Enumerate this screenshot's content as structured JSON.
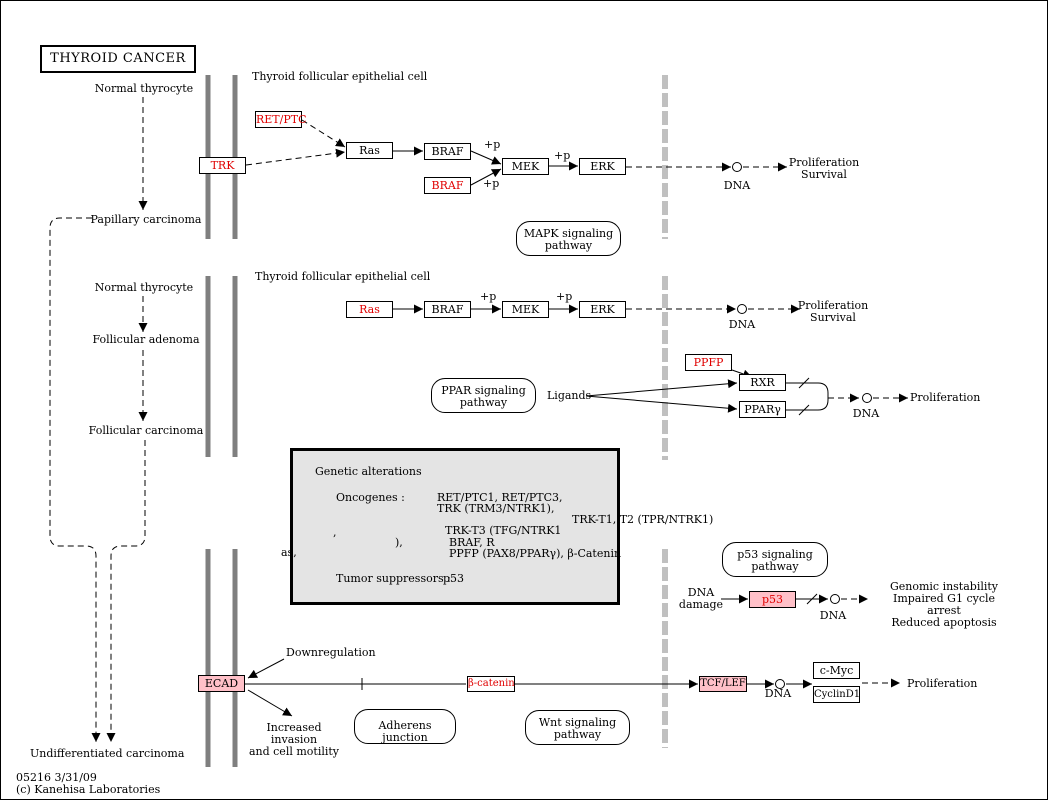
{
  "title": "THYROID CANCER",
  "footer": {
    "id": "05216 3/31/09",
    "copyright": "(c) Kanehisa Laboratories"
  },
  "left": {
    "normal_thyrocyte_1": "Normal thyrocyte",
    "papillary_carcinoma": "Papillary carcinoma",
    "normal_thyrocyte_2": "Normal thyrocyte",
    "follicular_adenoma": "Follicular adenoma",
    "follicular_carcinoma": "Follicular carcinoma",
    "undifferentiated_carcinoma": "Undifferentiated carcinoma"
  },
  "cell_label_1": "Thyroid follicular epithelial cell",
  "cell_label_2": "Thyroid follicular epithelial cell",
  "nodes": {
    "ret_ptc": "RET/PTC",
    "trk": "TRK",
    "ras1": "Ras",
    "braf1": "BRAF",
    "braf_mut": "BRAF",
    "mek1": "MEK",
    "erk1": "ERK",
    "ras2": "Ras",
    "braf2": "BRAF",
    "mek2": "MEK",
    "erk2": "ERK",
    "ppfp": "PPFP",
    "rxr": "RXR",
    "ppar_g": "PPARγ",
    "p53": "p53",
    "ecad": "ECAD",
    "beta_catenin": "β-catenin",
    "tcf_lef": "TCF/LEF",
    "cmyc": "c-Myc",
    "cyclin_d1": "CyclinD1"
  },
  "labels": {
    "p_1": "+p",
    "p_2": "+p",
    "p_3": "+p",
    "p_4": "+p",
    "p_5": "+p",
    "dna_1": "DNA",
    "dna_2": "DNA",
    "dna_3": "DNA",
    "dna_4": "DNA",
    "dna_5": "DNA",
    "prolif_survival_1": "Proliferation\nSurvival",
    "prolif_survival_2": "Proliferation\nSurvival",
    "proliferation_3": "Proliferation",
    "proliferation_4": "Proliferation",
    "ligands": "Ligands",
    "dna_damage": "DNA\ndamage",
    "genomic_instability": "Genomic instability\nImpaired G1 cycle arrest\nReduced apoptosis",
    "downregulation": "Downregulation",
    "increased_invasion": "Increased invasion\nand cell motility"
  },
  "pathways": {
    "mapk": "MAPK signaling\npathway",
    "ppar": "PPAR signaling\npathway",
    "p53": "p53 signaling\npathway",
    "adherens": "Adherens junction",
    "wnt": "Wnt signaling\npathway"
  },
  "genetic": {
    "heading": "Genetic alterations",
    "oncogenes_label": "Oncogenes :",
    "oncogenes_line1": "RET/PTC1, RET/PTC3,",
    "oncogenes_line2": "TRK (TRM3/NTRK1),",
    "oncogenes_line3": "TRK-T1, T2 (TPR/NTRK1)",
    "comma": ",",
    "oncogenes_line4": "TRK-T3 (TFG/NTRK1",
    "paren": "),",
    "oncogenes_line5": "BRAF, R",
    "as": "as,",
    "oncogenes_line6": "PPFP (PAX8/PPARγ), β-Catenin",
    "suppressors_label": "Tumor suppressors :",
    "suppressors_value": "p53"
  },
  "colors": {
    "mutated_text": "#e00000",
    "highlight_fill": "#ffc0c8",
    "membrane": "#7f7f7f",
    "nuclear_membrane": "#c0c0c0",
    "panel_fill": "#e4e4e4"
  }
}
